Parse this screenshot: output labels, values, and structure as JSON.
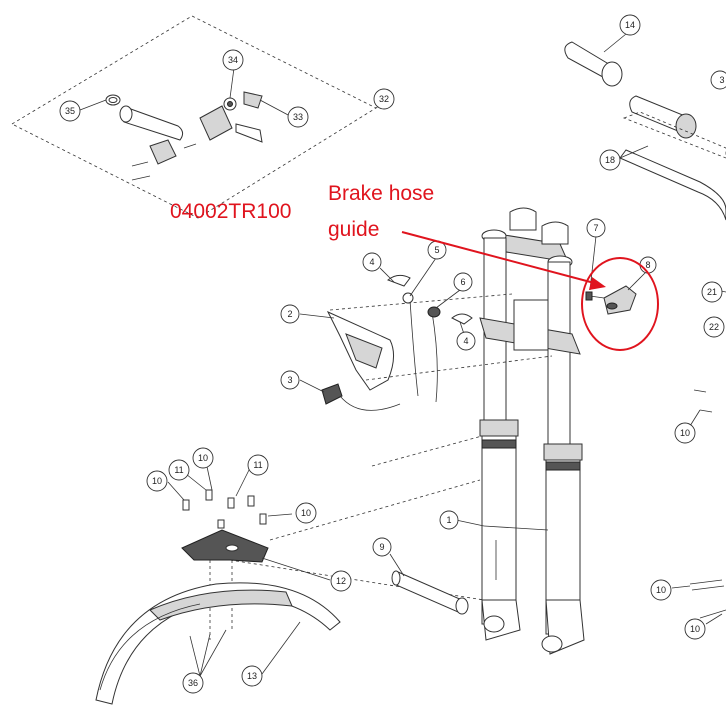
{
  "annotation": {
    "part_number": "04002TR100",
    "label_line1": "Brake hose",
    "label_line2": "guide",
    "color": "#e0141e"
  },
  "callouts": {
    "c1": "1",
    "c2": "2",
    "c3": "3",
    "c4a": "4",
    "c4b": "4",
    "c5": "5",
    "c6": "6",
    "c7": "7",
    "c8": "8",
    "c9": "9",
    "c10a": "10",
    "c10b": "10",
    "c10c": "10",
    "c10d": "10",
    "c10e": "10",
    "c11a": "11",
    "c11b": "11",
    "c12": "12",
    "c13": "13",
    "c14": "14",
    "c18": "18",
    "c21": "21",
    "c22": "22",
    "c32": "32",
    "c33": "33",
    "c34": "34",
    "c35": "35",
    "c36": "36",
    "c3b": "3"
  }
}
